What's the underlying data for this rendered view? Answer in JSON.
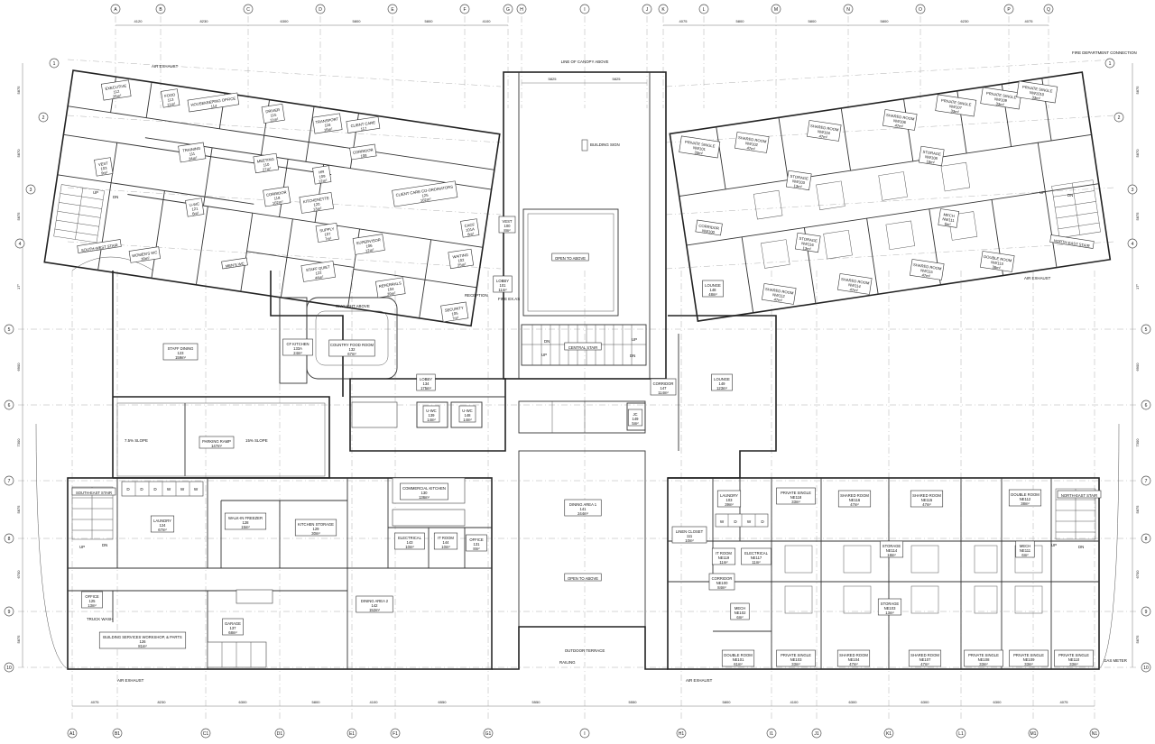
{
  "plan": {
    "grid_top": [
      "A",
      "B",
      "C",
      "D",
      "E",
      "F",
      "G",
      "H",
      "I",
      "J",
      "K",
      "L",
      "M",
      "N",
      "O",
      "P",
      "Q"
    ],
    "grid_bottom": [
      "A1",
      "B1",
      "C1",
      "D1",
      "E1",
      "F1",
      "G1",
      "I",
      "H1",
      "I1",
      "J1",
      "K1",
      "L1",
      "M1",
      "N1"
    ],
    "grid_left": [
      "1",
      "2",
      "3",
      "4",
      "5",
      "6",
      "7",
      "8",
      "9",
      "10"
    ],
    "grid_right": [
      "1",
      "2",
      "3",
      "4",
      "5",
      "6",
      "7",
      "8",
      "9",
      "10"
    ],
    "dims_top": [
      "4120",
      "8230",
      "6300",
      "5800",
      "5800",
      "4100",
      "5825",
      "5825",
      "4075",
      "5800",
      "5800",
      "5800",
      "6230",
      "4075"
    ],
    "dims_bottom": [
      "4075",
      "8230",
      "6300",
      "5800",
      "4100",
      "6550",
      "5550",
      "5550",
      "5800",
      "4100",
      "6300",
      "6300",
      "6300",
      "4075"
    ],
    "dims_left": [
      "5875",
      "5870",
      "5875",
      "17°",
      "6900",
      "7300",
      "5875",
      "6700",
      "5875"
    ],
    "dims_right": [
      "5875",
      "5870",
      "5875",
      "17°",
      "6900",
      "7300",
      "5875",
      "6700",
      "5875"
    ]
  },
  "notes": {
    "canopy": "LINE OF CANOPY ABOVE",
    "fire_connection": "FIRE DEPARTMENT CONNECTION",
    "air_exhaust_nw": "AIR EXHAUST",
    "air_exhaust_ne": "AIR EXHAUST",
    "air_exhaust_sw": "AIR EXHAUST",
    "air_exhaust_se": "AIR EXHAUST",
    "building_sign": "BUILDING SIGN",
    "skylight": "SKYLIGHT ABOVE",
    "slope1": "7.5% SLOPE",
    "slope2": "15% SLOPE",
    "truck_wash": "TRUCK WASH",
    "outdoor_terrace": "OUTDOOR TERRACE",
    "railing": "RAILING",
    "gas_meter": "GAS METER",
    "reception": "RECEPTION",
    "fire_ext": "FIRE EX.AS",
    "up": "UP",
    "dn": "DN"
  },
  "rooms": [
    {
      "key": "executive",
      "name": "EXECUTIVE",
      "num": "112",
      "area": "26m²"
    },
    {
      "key": "food",
      "name": "FOOD",
      "num": "113",
      "area": "11m²"
    },
    {
      "key": "housekeeping",
      "name": "HOUSEKEEPING OFFICE",
      "num": "114",
      "area": ""
    },
    {
      "key": "driver",
      "name": "DRIVER",
      "num": "115",
      "area": "11m²"
    },
    {
      "key": "transport",
      "name": "TRANSPORT",
      "num": "116",
      "area": "16m²"
    },
    {
      "key": "client_care",
      "name": "CLIENT CARE",
      "num": "117",
      "area": ""
    },
    {
      "key": "corridor_108",
      "name": "CORRIDOR",
      "num": "108",
      "area": ""
    },
    {
      "key": "training",
      "name": "TRAINING",
      "num": "111",
      "area": "34m²"
    },
    {
      "key": "meeting",
      "name": "MEETING",
      "num": "110",
      "area": "27m²"
    },
    {
      "key": "hr",
      "name": "HR",
      "num": "109",
      "area": "12m²"
    },
    {
      "key": "vest",
      "name": "VEST",
      "num": "103",
      "area": "9m²"
    },
    {
      "key": "uwc121",
      "name": "U-WC",
      "num": "121",
      "area": "6m²"
    },
    {
      "key": "corridor118",
      "name": "CORRIDOR",
      "num": "118",
      "area": "102m²"
    },
    {
      "key": "kitchenette",
      "name": "KITCHENETTE",
      "num": "120",
      "area": "13m²"
    },
    {
      "key": "client_care_coord",
      "name": "CLIENT CARE CO-ORDINATORS",
      "num": "125",
      "area": "102m²"
    },
    {
      "key": "cacf",
      "name": "CACF",
      "num": "101A",
      "area": "8m²"
    },
    {
      "key": "vest100",
      "name": "VEST",
      "num": "100",
      "area": "8m²"
    },
    {
      "key": "sw_stair",
      "name": "SOUTH-WEST STAIR",
      "num": "",
      "area": ""
    },
    {
      "key": "womens_wc",
      "name": "WOMEN'S WC",
      "num": "",
      "area": "30m²"
    },
    {
      "key": "mens_wc",
      "name": "MEN'S WC",
      "num": "",
      "area": ""
    },
    {
      "key": "supply",
      "name": "SUPPLY",
      "num": "107",
      "area": "7m²"
    },
    {
      "key": "supervisor",
      "name": "SUPERVISOR",
      "num": "106",
      "area": "12m²"
    },
    {
      "key": "waiting",
      "name": "WAITING",
      "num": "102",
      "area": "25m²"
    },
    {
      "key": "staff_quiet",
      "name": "STAFF QUIET",
      "num": "122",
      "area": "44m²"
    },
    {
      "key": "referrals",
      "name": "REFERRALS",
      "num": "104",
      "area": "39m²"
    },
    {
      "key": "lobby101",
      "name": "LOBBY",
      "num": "101",
      "area": "11m²"
    },
    {
      "key": "security",
      "name": "SECURITY",
      "num": "105",
      "area": "7m²"
    },
    {
      "key": "staff_dining",
      "name": "STAFF DINING",
      "num": "123",
      "area": "159m²"
    },
    {
      "key": "cf_kitchen",
      "name": "CF KITCHEN",
      "num": "133A",
      "area": "24m²"
    },
    {
      "key": "country_food",
      "name": "COUNTRY FOOD ROOM",
      "num": "132",
      "area": "67m²"
    },
    {
      "key": "lobby134",
      "name": "LOBBY",
      "num": "134",
      "area": "175m²"
    },
    {
      "key": "uwc139",
      "name": "U-WC",
      "num": "139",
      "area": "14m²"
    },
    {
      "key": "uwc148",
      "name": "U-WC",
      "num": "148",
      "area": "14m²"
    },
    {
      "key": "parking",
      "name": "PARKING RAMP",
      "num": "",
      "area": "147m²"
    },
    {
      "key": "open_above1",
      "name": "OPEN TO ABOVE",
      "num": "",
      "area": ""
    },
    {
      "key": "central_stair",
      "name": "CENTRAL STAIR",
      "num": "",
      "area": ""
    },
    {
      "key": "corridor147",
      "name": "CORRIDOR",
      "num": "147",
      "area": "114m²"
    },
    {
      "key": "jc149",
      "name": "JC",
      "num": "149",
      "area": "5m²"
    },
    {
      "key": "lounge148",
      "name": "LOUNGE",
      "num": "148",
      "area": "48m²"
    },
    {
      "key": "lounge149",
      "name": "LOUNGE",
      "num": "149",
      "area": "123m²"
    },
    {
      "key": "se_stair",
      "name": "SOUTH-EAST STAIR",
      "num": "",
      "area": ""
    },
    {
      "key": "laundry124",
      "name": "LAUNDRY",
      "num": "124",
      "area": "67m²"
    },
    {
      "key": "walkin",
      "name": "WALK-IN FREEZER",
      "num": "128",
      "area": "15m²"
    },
    {
      "key": "kitchen_storage",
      "name": "KITCHEN STORAGE",
      "num": "129",
      "area": "30m²"
    },
    {
      "key": "commercial_kitchen",
      "name": "COMMERCIAL KITCHEN",
      "num": "130",
      "area": "136m²"
    },
    {
      "key": "electrical143",
      "name": "ELECTRICAL",
      "num": "143",
      "area": "10m²"
    },
    {
      "key": "itroom144",
      "name": "IT ROOM",
      "num": "144",
      "area": "10m²"
    },
    {
      "key": "office131",
      "name": "OFFICE",
      "num": "131",
      "area": "8m²"
    },
    {
      "key": "dining1",
      "name": "DINING AREA 1",
      "num": "141",
      "area": "244m²"
    },
    {
      "key": "open_above2",
      "name": "OPEN TO ABOVE",
      "num": "",
      "area": ""
    },
    {
      "key": "office125",
      "name": "OFFICE",
      "num": "125",
      "area": "13m²"
    },
    {
      "key": "garage",
      "name": "GARAGE",
      "num": "137",
      "area": "68m²"
    },
    {
      "key": "bldg_services",
      "name": "BUILDING SERVICES WORKSHOP, & PARTS",
      "num": "126",
      "area": "81m²"
    },
    {
      "key": "dining2",
      "name": "DINING AREA 2",
      "num": "142",
      "area": "152m²"
    },
    {
      "key": "ps_nw101",
      "name": "PRIVATE SINGLE",
      "num": "NW101",
      "area": "33m²"
    },
    {
      "key": "sr_nw102",
      "name": "SHARED ROOM",
      "num": "NW102",
      "area": "47m²"
    },
    {
      "key": "sr_nw104",
      "name": "SHARED ROOM",
      "num": "NW104",
      "area": "47m²"
    },
    {
      "key": "sr_nw106",
      "name": "SHARED ROOM",
      "num": "NW106",
      "area": "47m²"
    },
    {
      "key": "stor_nw108",
      "name": "STORAGE",
      "num": "NW108",
      "area": "18m²"
    },
    {
      "key": "ps_nw107",
      "name": "PRIVATE SINGLE",
      "num": "NW107",
      "area": "33m²"
    },
    {
      "key": "ps_nw109",
      "name": "PRIVATE SINGLE",
      "num": "NW109",
      "area": "33m²"
    },
    {
      "key": "ps_nw1010",
      "name": "PRIVATE SINGLE",
      "num": "NW1010",
      "area": "33m²"
    },
    {
      "key": "stor_nw103",
      "name": "STORAGE",
      "num": "NW103",
      "area": "13m²"
    },
    {
      "key": "corr_nw100",
      "name": "CORRIDOR",
      "num": "NW100",
      "area": ""
    },
    {
      "key": "stor_nw116",
      "name": "STORAGE",
      "num": "NW116",
      "area": "13m²"
    },
    {
      "key": "mech_nw",
      "name": "MECH",
      "num": "NW111",
      "area": "6m²"
    },
    {
      "key": "ne_stair",
      "name": "NORTH-EAST STAIR",
      "num": "",
      "area": ""
    },
    {
      "key": "sr_nw112",
      "name": "SHARED ROOM",
      "num": "NW112",
      "area": "47m²"
    },
    {
      "key": "sr_nw114",
      "name": "SHARED ROOM",
      "num": "NW114",
      "area": "47m²"
    },
    {
      "key": "sr_nw115",
      "name": "SHARED ROOM",
      "num": "NW115",
      "area": "47m²"
    },
    {
      "key": "dr_nw113",
      "name": "DOUBLE ROOM",
      "num": "NW113",
      "area": "38m²"
    },
    {
      "key": "laundry103",
      "name": "LAUNDRY",
      "num": "103",
      "area": "39m²"
    },
    {
      "key": "ps_ne118",
      "name": "PRIVATE SINGLE",
      "num": "NE118",
      "area": "33m²"
    },
    {
      "key": "sr_ne116",
      "name": "SHARED ROOM",
      "num": "NE116",
      "area": "47m²"
    },
    {
      "key": "sr_ne115",
      "name": "SHARED ROOM",
      "num": "NE115",
      "area": "47m²"
    },
    {
      "key": "dr_ne112",
      "name": "DOUBLE ROOM",
      "num": "NE112",
      "area": "38m²"
    },
    {
      "key": "ne_stair2",
      "name": "NORTH-EAST STAIR",
      "num": "",
      "area": ""
    },
    {
      "key": "linen",
      "name": "LINEN CLOSET",
      "num": "111",
      "area": "10m²"
    },
    {
      "key": "itroom_ne119",
      "name": "IT ROOM",
      "num": "NE119",
      "area": "11m²"
    },
    {
      "key": "elec_ne117",
      "name": "ELECTRICAL",
      "num": "NE117",
      "area": "11m²"
    },
    {
      "key": "stor_ne114",
      "name": "STORAGE",
      "num": "NE114",
      "area": "18m²"
    },
    {
      "key": "mech_ne111",
      "name": "MECH",
      "num": "NE111",
      "area": "6m²"
    },
    {
      "key": "corr_ne100",
      "name": "CORRIDOR",
      "num": "NE100",
      "area": "84m²"
    },
    {
      "key": "mech_ne102",
      "name": "MECH",
      "num": "NE102",
      "area": "6m²"
    },
    {
      "key": "stor_ne103",
      "name": "STORAGE",
      "num": "NE103",
      "area": "13m²"
    },
    {
      "key": "dr_ne101",
      "name": "DOUBLE ROOM",
      "num": "NE101",
      "area": "61m²"
    },
    {
      "key": "ps_ne103",
      "name": "PRIVATE SINGLE",
      "num": "NE103",
      "area": "33m²"
    },
    {
      "key": "sr_ne104",
      "name": "SHARED ROOM",
      "num": "NE104",
      "area": "47m²"
    },
    {
      "key": "sr_ne107",
      "name": "SHARED ROOM",
      "num": "NE107",
      "area": "47m²"
    },
    {
      "key": "ps_ne108",
      "name": "PRIVATE SINGLE",
      "num": "NE108",
      "area": "33m²"
    },
    {
      "key": "ps_ne109",
      "name": "PRIVATE SINGLE",
      "num": "NE109",
      "area": "33m²"
    },
    {
      "key": "ps_ne110",
      "name": "PRIVATE SINGLE",
      "num": "NE110",
      "area": "33m²"
    }
  ],
  "laundry_units": [
    "D",
    "D",
    "D",
    "W",
    "W",
    "W"
  ],
  "laundry_units_ne": [
    "W",
    "D",
    "W",
    "D"
  ]
}
